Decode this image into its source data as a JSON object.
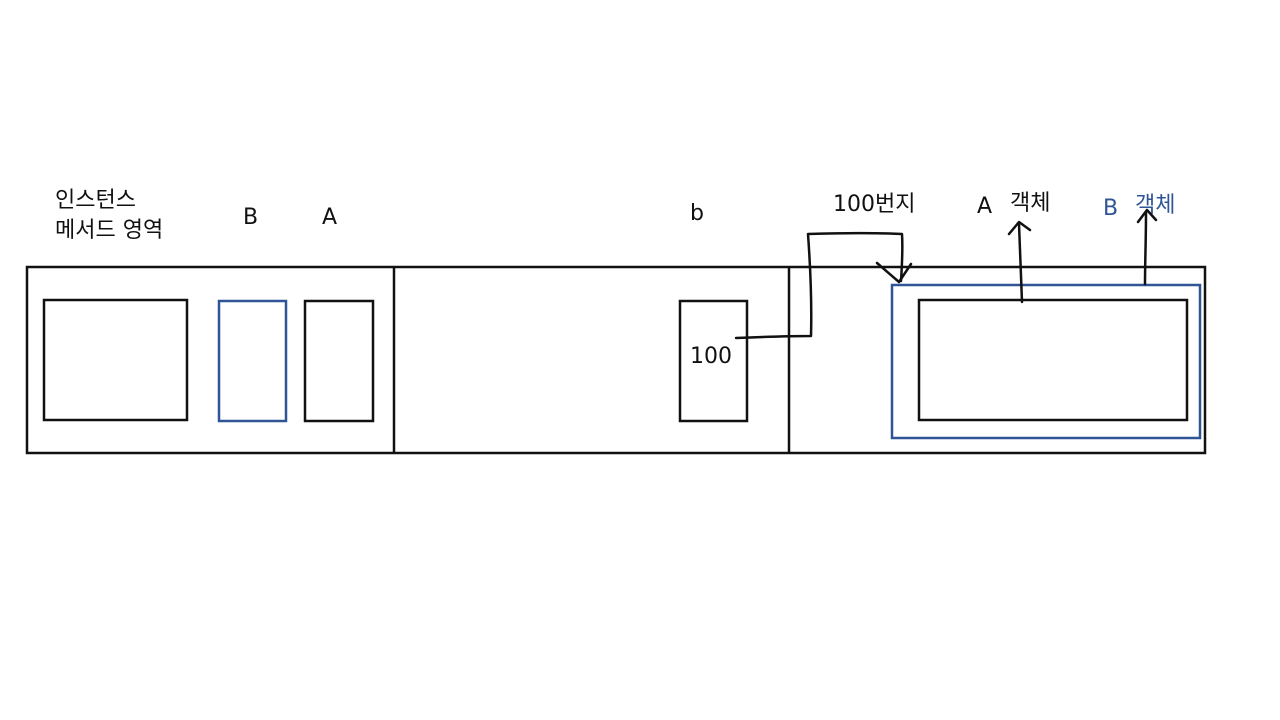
{
  "labels": {
    "method_area_line1": "인스턴스",
    "method_area_line2": "메서드 영역",
    "class_b": "B",
    "class_a": "A",
    "var_b": "b",
    "address": "100번지",
    "object_a_letter": "A",
    "object_a_word": "객체",
    "object_b_letter": "B",
    "object_b_word": "객체",
    "ref_value": "100"
  },
  "colors": {
    "stroke": "#111111",
    "accent_blue": "#2f5597"
  }
}
